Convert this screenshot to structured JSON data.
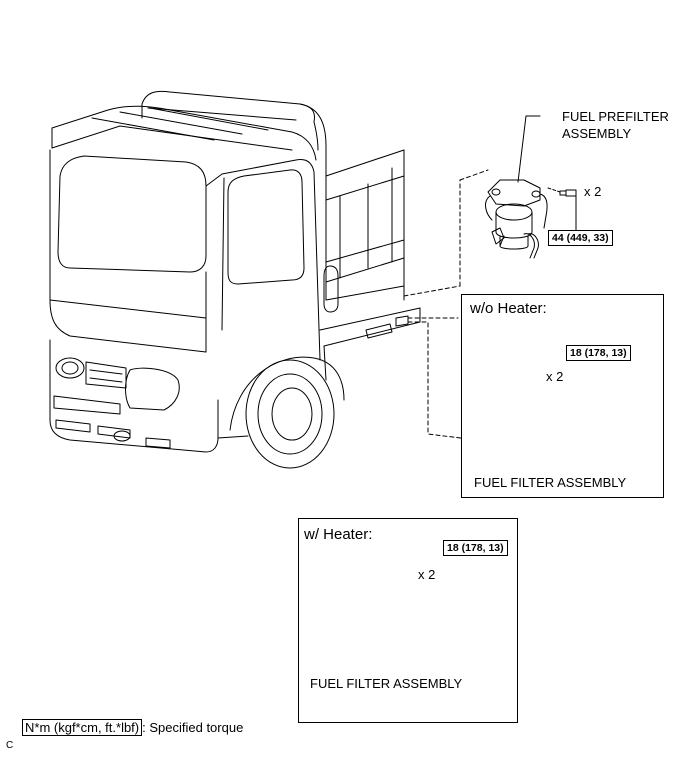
{
  "labels": {
    "prefilter_line1": "FUEL PREFILTER",
    "prefilter_line2": "ASSEMBLY",
    "prefilter_qty": "x 2",
    "prefilter_torque": "44 (449, 33)"
  },
  "panel_without_heater": {
    "title": "w/o Heater:",
    "torque": "18 (178, 13)",
    "qty": "x 2",
    "part_label": "FUEL FILTER ASSEMBLY"
  },
  "panel_with_heater": {
    "title": "w/ Heater:",
    "torque": "18 (178, 13)",
    "qty": "x 2",
    "part_label": "FUEL FILTER ASSEMBLY"
  },
  "legend": {
    "unit_box": "N*m (kgf*cm, ft.*lbf)",
    "description": ": Specified torque"
  },
  "figure_code": "C"
}
